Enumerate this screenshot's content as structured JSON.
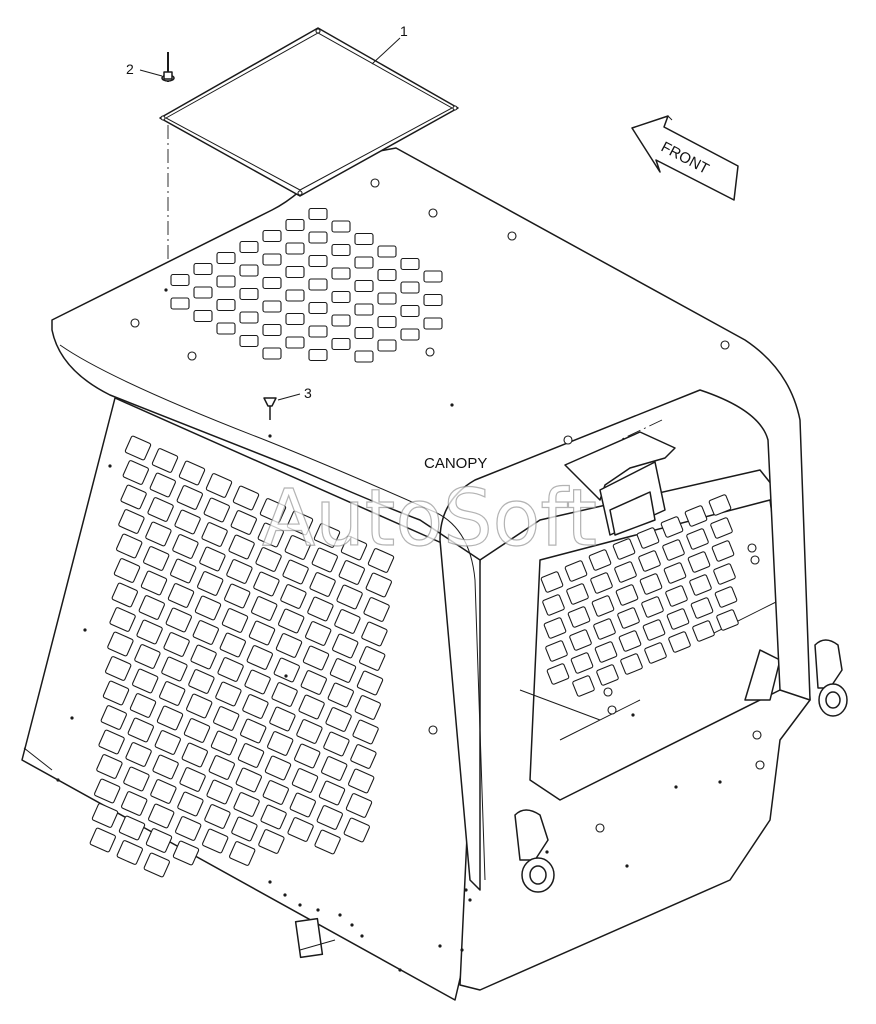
{
  "callouts": [
    {
      "number": "1"
    },
    {
      "number": "2"
    },
    {
      "number": "3"
    }
  ],
  "labels": {
    "canopy": "CANOPY",
    "front_arrow": "FRONT"
  },
  "watermark": "AutoSoft",
  "colors": {
    "line": "#1a1a1a",
    "background": "#ffffff",
    "watermark_outline": "#9a9a9a"
  }
}
